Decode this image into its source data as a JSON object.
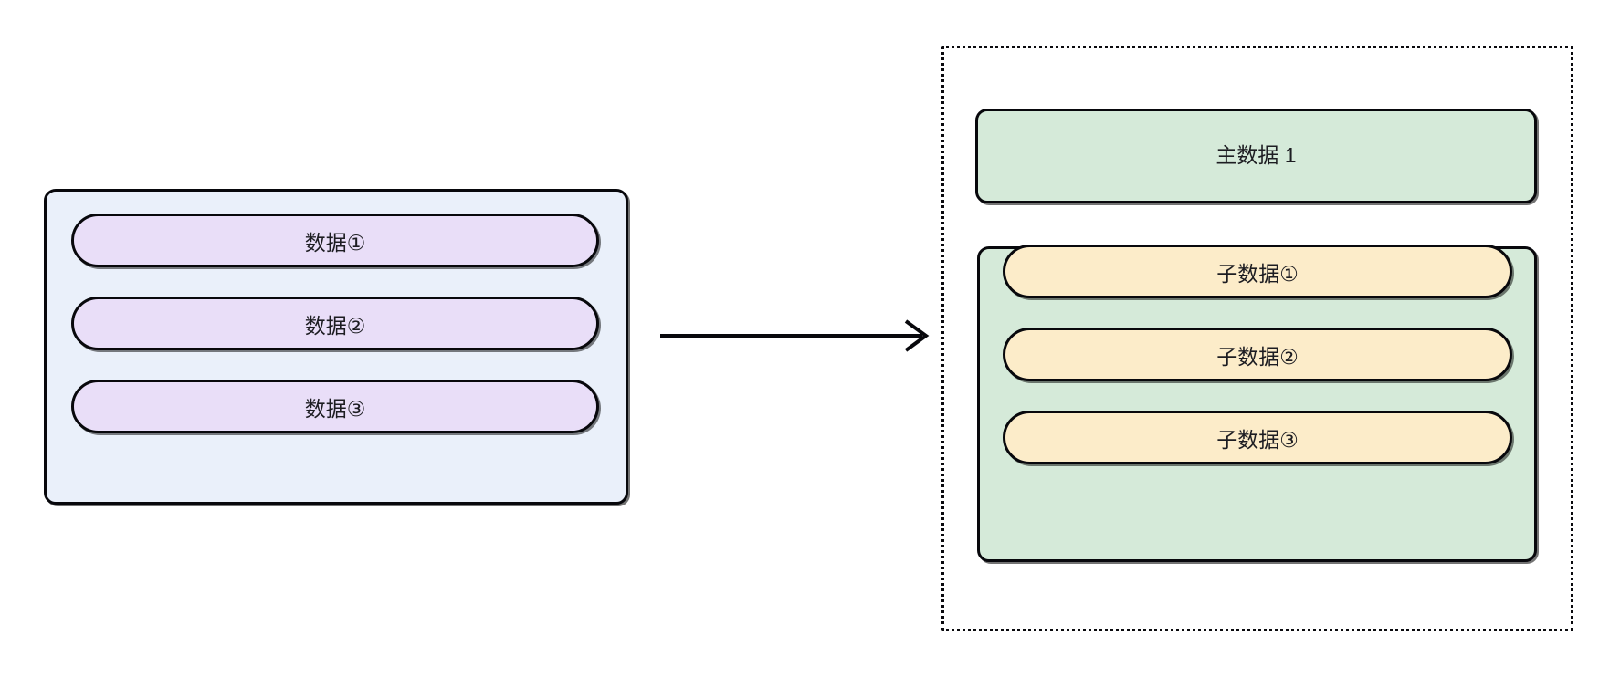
{
  "diagram": {
    "type": "flow-diagram",
    "background": "#ffffff",
    "left_group": {
      "name": "data-list-group",
      "fill": "#eaf0fa",
      "stroke": "#08080c",
      "items": [
        {
          "label": "数据①",
          "fill": "#e9def8"
        },
        {
          "label": "数据②",
          "fill": "#e9def8"
        },
        {
          "label": "数据③",
          "fill": "#e9def8"
        }
      ]
    },
    "connector": {
      "name": "transform-arrow",
      "style": "solid-line-open-arrowhead",
      "color": "#08080c",
      "direction": "left-to-right"
    },
    "right_group": {
      "name": "master-detail-group",
      "border_style": "dotted",
      "stroke": "#0a0a0e",
      "master": {
        "label": "主数据 1",
        "fill": "#d5ead9"
      },
      "sub_container": {
        "fill": "#d5ead9",
        "items": [
          {
            "label": "子数据①",
            "fill": "#fcecc9"
          },
          {
            "label": "子数据②",
            "fill": "#fcecc9"
          },
          {
            "label": "子数据③",
            "fill": "#fcecc9"
          }
        ]
      }
    }
  }
}
